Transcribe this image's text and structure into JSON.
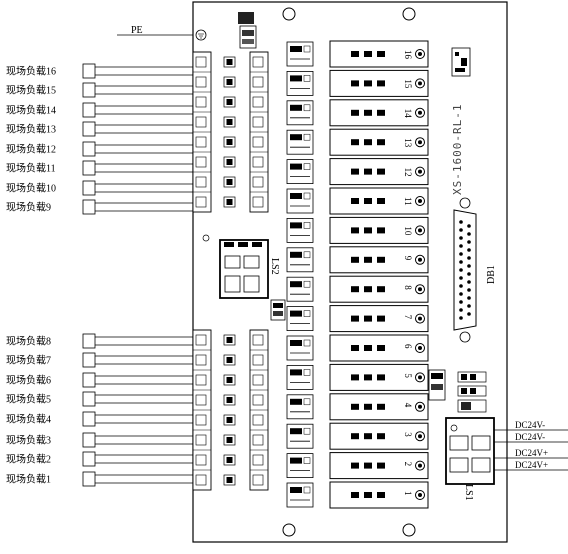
{
  "pe_label": "PE",
  "board_model": "XS-1600-RL-1",
  "connector_label": "DB1",
  "module_top_label": "LS2",
  "module_bottom_label": "LS1",
  "loads": [
    "现场负载16",
    "现场负载15",
    "现场负载14",
    "现场负载13",
    "现场负载12",
    "现场负载11",
    "现场负载10",
    "现场负载9",
    "现场负载8",
    "现场负载7",
    "现场负载6",
    "现场负载5",
    "现场负载4",
    "现场负载3",
    "现场负载2",
    "现场负载1"
  ],
  "power": [
    "DC24V-",
    "DC24V-",
    "DC24V+",
    "DC24V+"
  ],
  "relay_numbers": [
    "16",
    "15",
    "14",
    "13",
    "12",
    "11",
    "10",
    "9",
    "8",
    "7",
    "6",
    "5",
    "4",
    "3",
    "2",
    "1"
  ]
}
